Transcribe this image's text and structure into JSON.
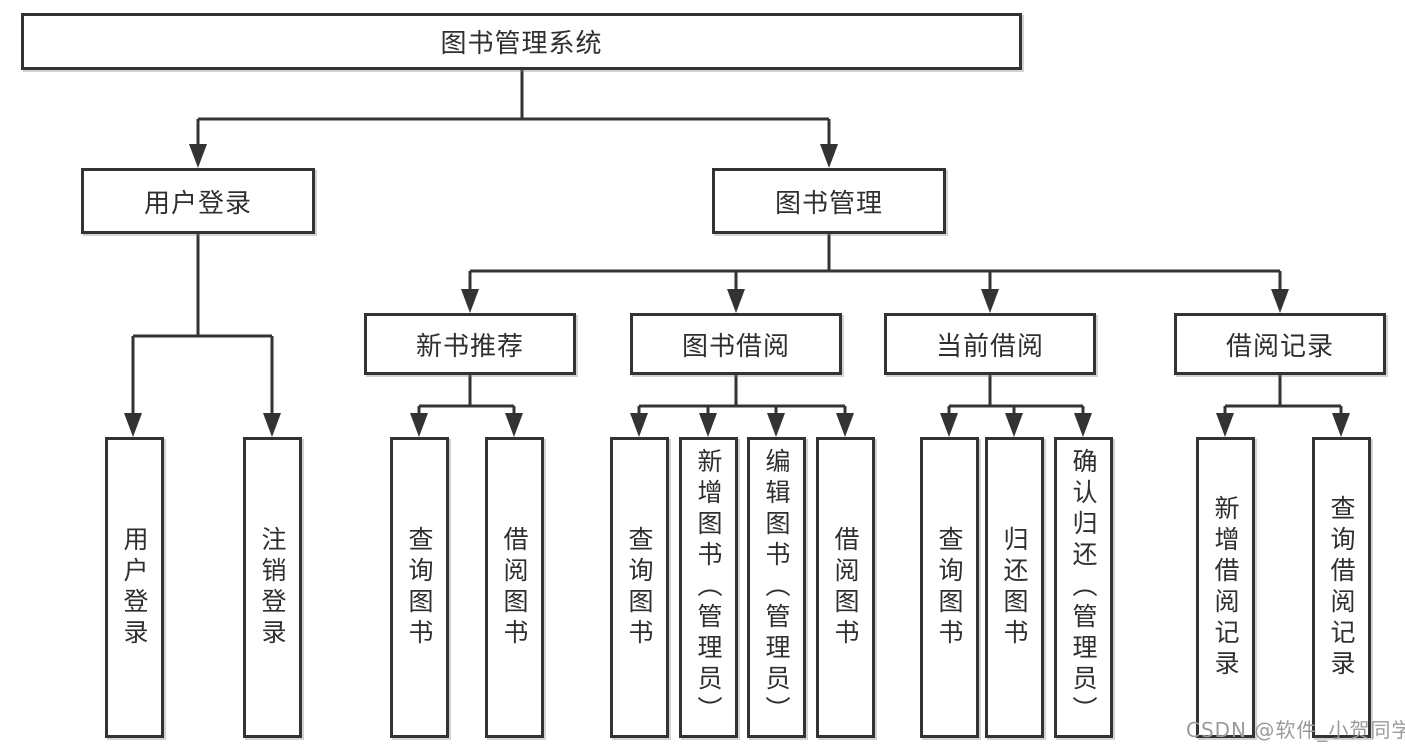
{
  "tree": {
    "root": {
      "label": "图书管理系统"
    },
    "branches": [
      {
        "label": "用户登录",
        "children": [
          {
            "label": "用户登录"
          },
          {
            "label": "注销登录"
          }
        ]
      },
      {
        "label": "图书管理",
        "children": [
          {
            "label": "新书推荐",
            "children": [
              {
                "label": "查询图书"
              },
              {
                "label": "借阅图书"
              }
            ]
          },
          {
            "label": "图书借阅",
            "children": [
              {
                "label": "查询图书"
              },
              {
                "label": "新增图书（管理员）"
              },
              {
                "label": "编辑图书（管理员）"
              },
              {
                "label": "借阅图书"
              }
            ]
          },
          {
            "label": "当前借阅",
            "children": [
              {
                "label": "查询图书"
              },
              {
                "label": "归还图书"
              },
              {
                "label": "确认归还（管理员）"
              }
            ]
          },
          {
            "label": "借阅记录",
            "children": [
              {
                "label": "新增借阅记录"
              },
              {
                "label": "查询借阅记录"
              }
            ]
          }
        ]
      }
    ]
  },
  "watermark": {
    "text": "CSDN @软件_小贺同学"
  },
  "colors": {
    "line": "#333333",
    "text": "#2f2f2f",
    "background": "#ffffff",
    "watermark": "#9b9b9b"
  }
}
